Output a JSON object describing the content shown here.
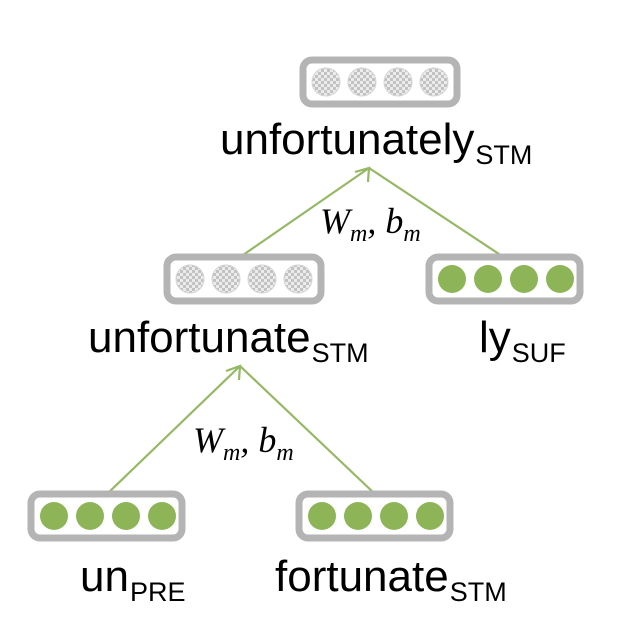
{
  "nodes": {
    "top": {
      "word": "unfortunately",
      "tag": "STM",
      "vector": "composed"
    },
    "mid": {
      "word": "unfortunate",
      "tag": "STM",
      "vector": "composed"
    },
    "ly": {
      "word": "ly",
      "tag": "SUF",
      "vector": "embedding"
    },
    "un": {
      "word": "un",
      "tag": "PRE",
      "vector": "embedding"
    },
    "fortunate": {
      "word": "fortunate",
      "tag": "STM",
      "vector": "embedding"
    }
  },
  "params": {
    "upper": {
      "w": "W",
      "w_sub": "m",
      "sep": ", ",
      "b": "b",
      "b_sub": "m"
    },
    "lower": {
      "w": "W",
      "w_sub": "m",
      "sep": ", ",
      "b": "b",
      "b_sub": "m"
    }
  },
  "colors": {
    "box_border": "#b4b4b4",
    "embedding_dot": "#8db557",
    "arrow": "#95b865",
    "composed_dot_dark": "#c6c6c6",
    "composed_dot_light": "#ececec"
  }
}
